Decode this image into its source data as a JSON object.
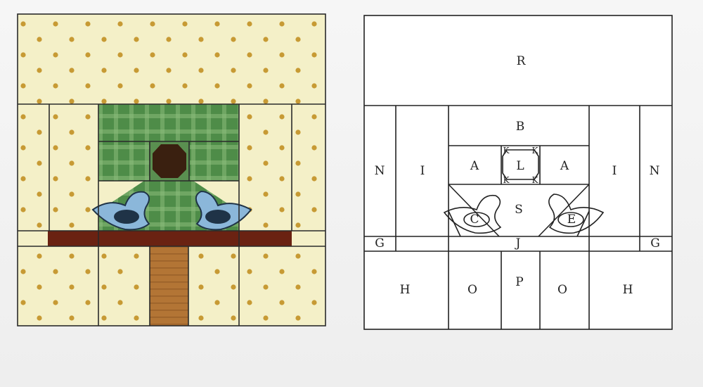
{
  "colors": {
    "background": "#f3f2f2",
    "fabric_cream": "#f4f0c8",
    "polka_dot": "#c79a34",
    "tree_green": "#4e8c48",
    "tree_light": "#8bbb7a",
    "branch_brown": "#6a2212",
    "trunk_brown": "#b37535",
    "bird_blue": "#8bb7da",
    "bird_dark": "#1f3347",
    "outline": "#222222",
    "flower_center": "#3a2010"
  },
  "icons": {
    "left_bird": "bird-icon",
    "right_bird": "bird-icon",
    "center_block": "flower-icon"
  },
  "pattern": {
    "labels": {
      "R": "R",
      "B": "B",
      "N_left": "N",
      "I_left": "I",
      "A_left": "A",
      "L": "L",
      "A_right": "A",
      "I_right": "I",
      "N_right": "N",
      "K1": "K",
      "K2": "K",
      "K3": "K",
      "K4": "K",
      "S": "S",
      "C": "C",
      "E": "E",
      "G_left": "G",
      "J": "J",
      "G_right": "G",
      "H_left": "H",
      "O_left": "O",
      "P": "P",
      "O_right": "O",
      "H_right": "H"
    }
  }
}
